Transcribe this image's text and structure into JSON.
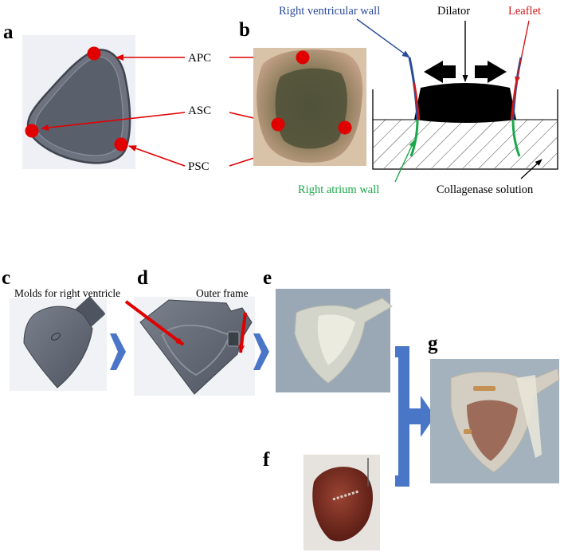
{
  "panels": {
    "a": "a",
    "b": "b",
    "c": "c",
    "d": "d",
    "e": "e",
    "f": "f",
    "g": "g"
  },
  "panel_a": {
    "labels": {
      "apc": "APC",
      "asc": "ASC",
      "psc": "PSC"
    }
  },
  "panel_b": {
    "labels": {
      "right_ventricular_wall": "Right ventricular wall",
      "dilator": "Dilator",
      "leaflet": "Leaflet",
      "right_atrium_wall": "Right atrium wall",
      "collagenase_solution": "Collagenase  solution"
    }
  },
  "panel_d": {
    "labels": {
      "molds_for_right_ventricle": "Molds for right ventricle",
      "outer_frame": "Outer frame"
    }
  },
  "colors": {
    "marker_red": "#e00000",
    "wall_blue": "#2a4b9a",
    "leaflet_red": "#d01818",
    "atrium_green": "#1aa84a",
    "flow_arrow_blue": "#4a76c8",
    "mold_gray": "#5e6470"
  }
}
